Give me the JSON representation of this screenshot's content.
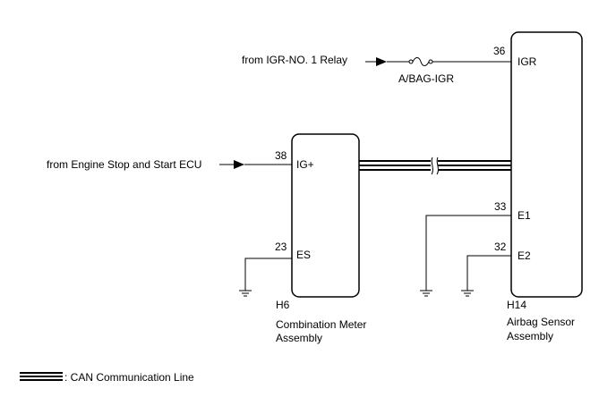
{
  "sources": {
    "igr_relay": "from IGR-NO. 1 Relay",
    "engine_ecu": "from Engine Stop and Start ECU"
  },
  "fuse": {
    "label": "A/BAG-IGR"
  },
  "combination_meter": {
    "code": "H6",
    "name_line1": "Combination Meter",
    "name_line2": "Assembly",
    "pins": [
      {
        "number": "38",
        "name": "IG+"
      },
      {
        "number": "23",
        "name": "ES"
      }
    ]
  },
  "airbag_sensor": {
    "code": "H14",
    "name_line1": "Airbag Sensor",
    "name_line2": "Assembly",
    "pins": [
      {
        "number": "36",
        "name": "IGR"
      },
      {
        "number": "33",
        "name": "E1"
      },
      {
        "number": "32",
        "name": "E2"
      }
    ]
  },
  "legend": {
    "can_line": ": CAN Communication Line"
  }
}
